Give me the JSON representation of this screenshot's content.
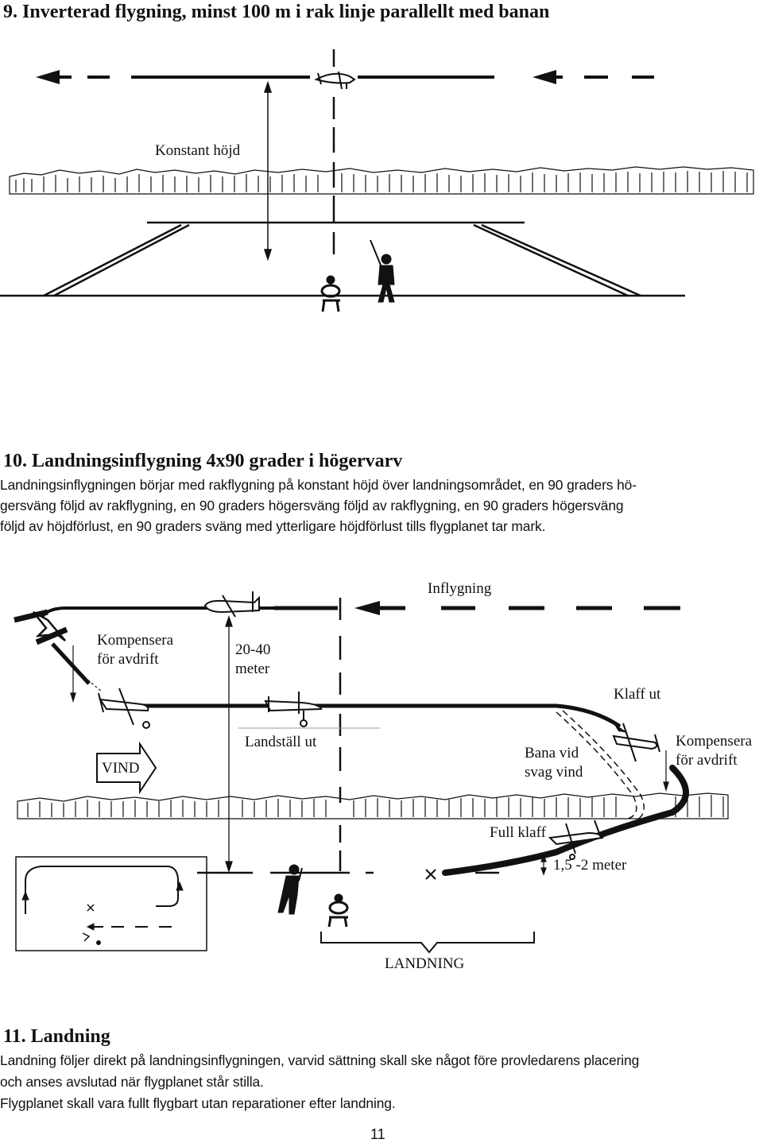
{
  "section9": {
    "title": "9. Inverterad flygning, minst 100 m i rak linje parallellt med banan",
    "height_label": "Konstant höjd"
  },
  "section10": {
    "title": "10. Landningsinflygning 4x90 grader i högervarv",
    "paragraph": [
      "Landningsinflygningen börjar med rakflygning på konstant höjd över landningsområdet, en 90 graders hö-",
      "gersväng följd av rakflygning, en 90 graders högersväng följd av rakflygning, en 90 graders högersväng",
      "följd av höjdförlust, en 90 graders sväng med ytterligare höjdförlust tills flygplanet tar mark."
    ],
    "diagram": {
      "inflygning": "Inflygning",
      "kompensera_left": [
        "Kompensera",
        "för avdrift"
      ],
      "distance": [
        "20-40",
        "meter"
      ],
      "klaff_ut": "Klaff ut",
      "landstall_ut": "Landställ ut",
      "wind": "VIND",
      "bana_vid": [
        "Bana vid",
        "svag vind"
      ],
      "kompensera_right": [
        "Kompensera",
        "för avdrift"
      ],
      "full_klaff": "Full klaff",
      "height": "1,5 -2 meter",
      "landning": "LANDNING"
    }
  },
  "section11": {
    "title": "11. Landning",
    "lines": [
      "Landning följer direkt på landningsinflygningen, varvid sättning skall ske något före provledarens placering",
      "och anses avslutad när flygplanet står stilla.",
      "Flygplanet skall vara fullt flygbart utan reparationer efter landning."
    ]
  },
  "page_number": "11"
}
